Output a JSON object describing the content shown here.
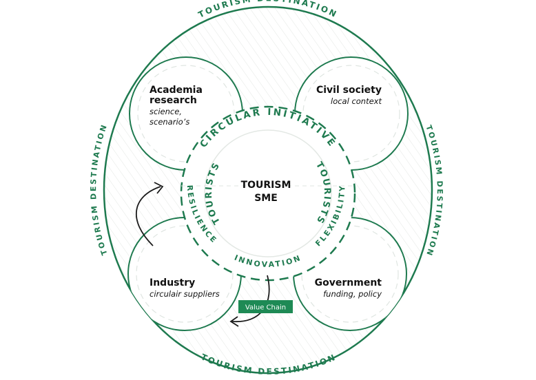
{
  "colors": {
    "accent": "#1e7a4f",
    "hatch": "#e6e8e6",
    "dash_light": "#dfe5e1",
    "text": "#111111",
    "badge_bg": "#1e8a55"
  },
  "outer_ring": {
    "label_top": "TOURISM DESTINATION",
    "label_bottom": "TOURISM DESTINATION",
    "label_left": "TOURISM DESTINATION",
    "label_right": "TOURISM DESTINATION"
  },
  "stakeholders": [
    {
      "title_lines": [
        "Academia",
        "research"
      ],
      "subtitle_lines": [
        "science,",
        "scenario’s"
      ]
    },
    {
      "title_lines": [
        "Civil society"
      ],
      "subtitle_lines": [
        "local context"
      ]
    },
    {
      "title_lines": [
        "Industry"
      ],
      "subtitle_lines": [
        "circulair suppliers"
      ]
    },
    {
      "title_lines": [
        "Government"
      ],
      "subtitle_lines": [
        "funding, policy"
      ]
    }
  ],
  "middle_ring": {
    "top": "CIRCULAR INITIATIVE",
    "left": "RESILIENCE",
    "bottom": "INNOVATION",
    "right": "FLEXIBILITY"
  },
  "inner_ring": {
    "left": "TOURISTS",
    "right": "TOURISTS"
  },
  "center": {
    "line1": "TOURISM",
    "line2": "SME"
  },
  "value_chain": {
    "label": "Value Chain"
  },
  "icons": {
    "arrow_left": "curved-arrow-icon",
    "arrow_bottom": "curved-arrow-icon"
  }
}
